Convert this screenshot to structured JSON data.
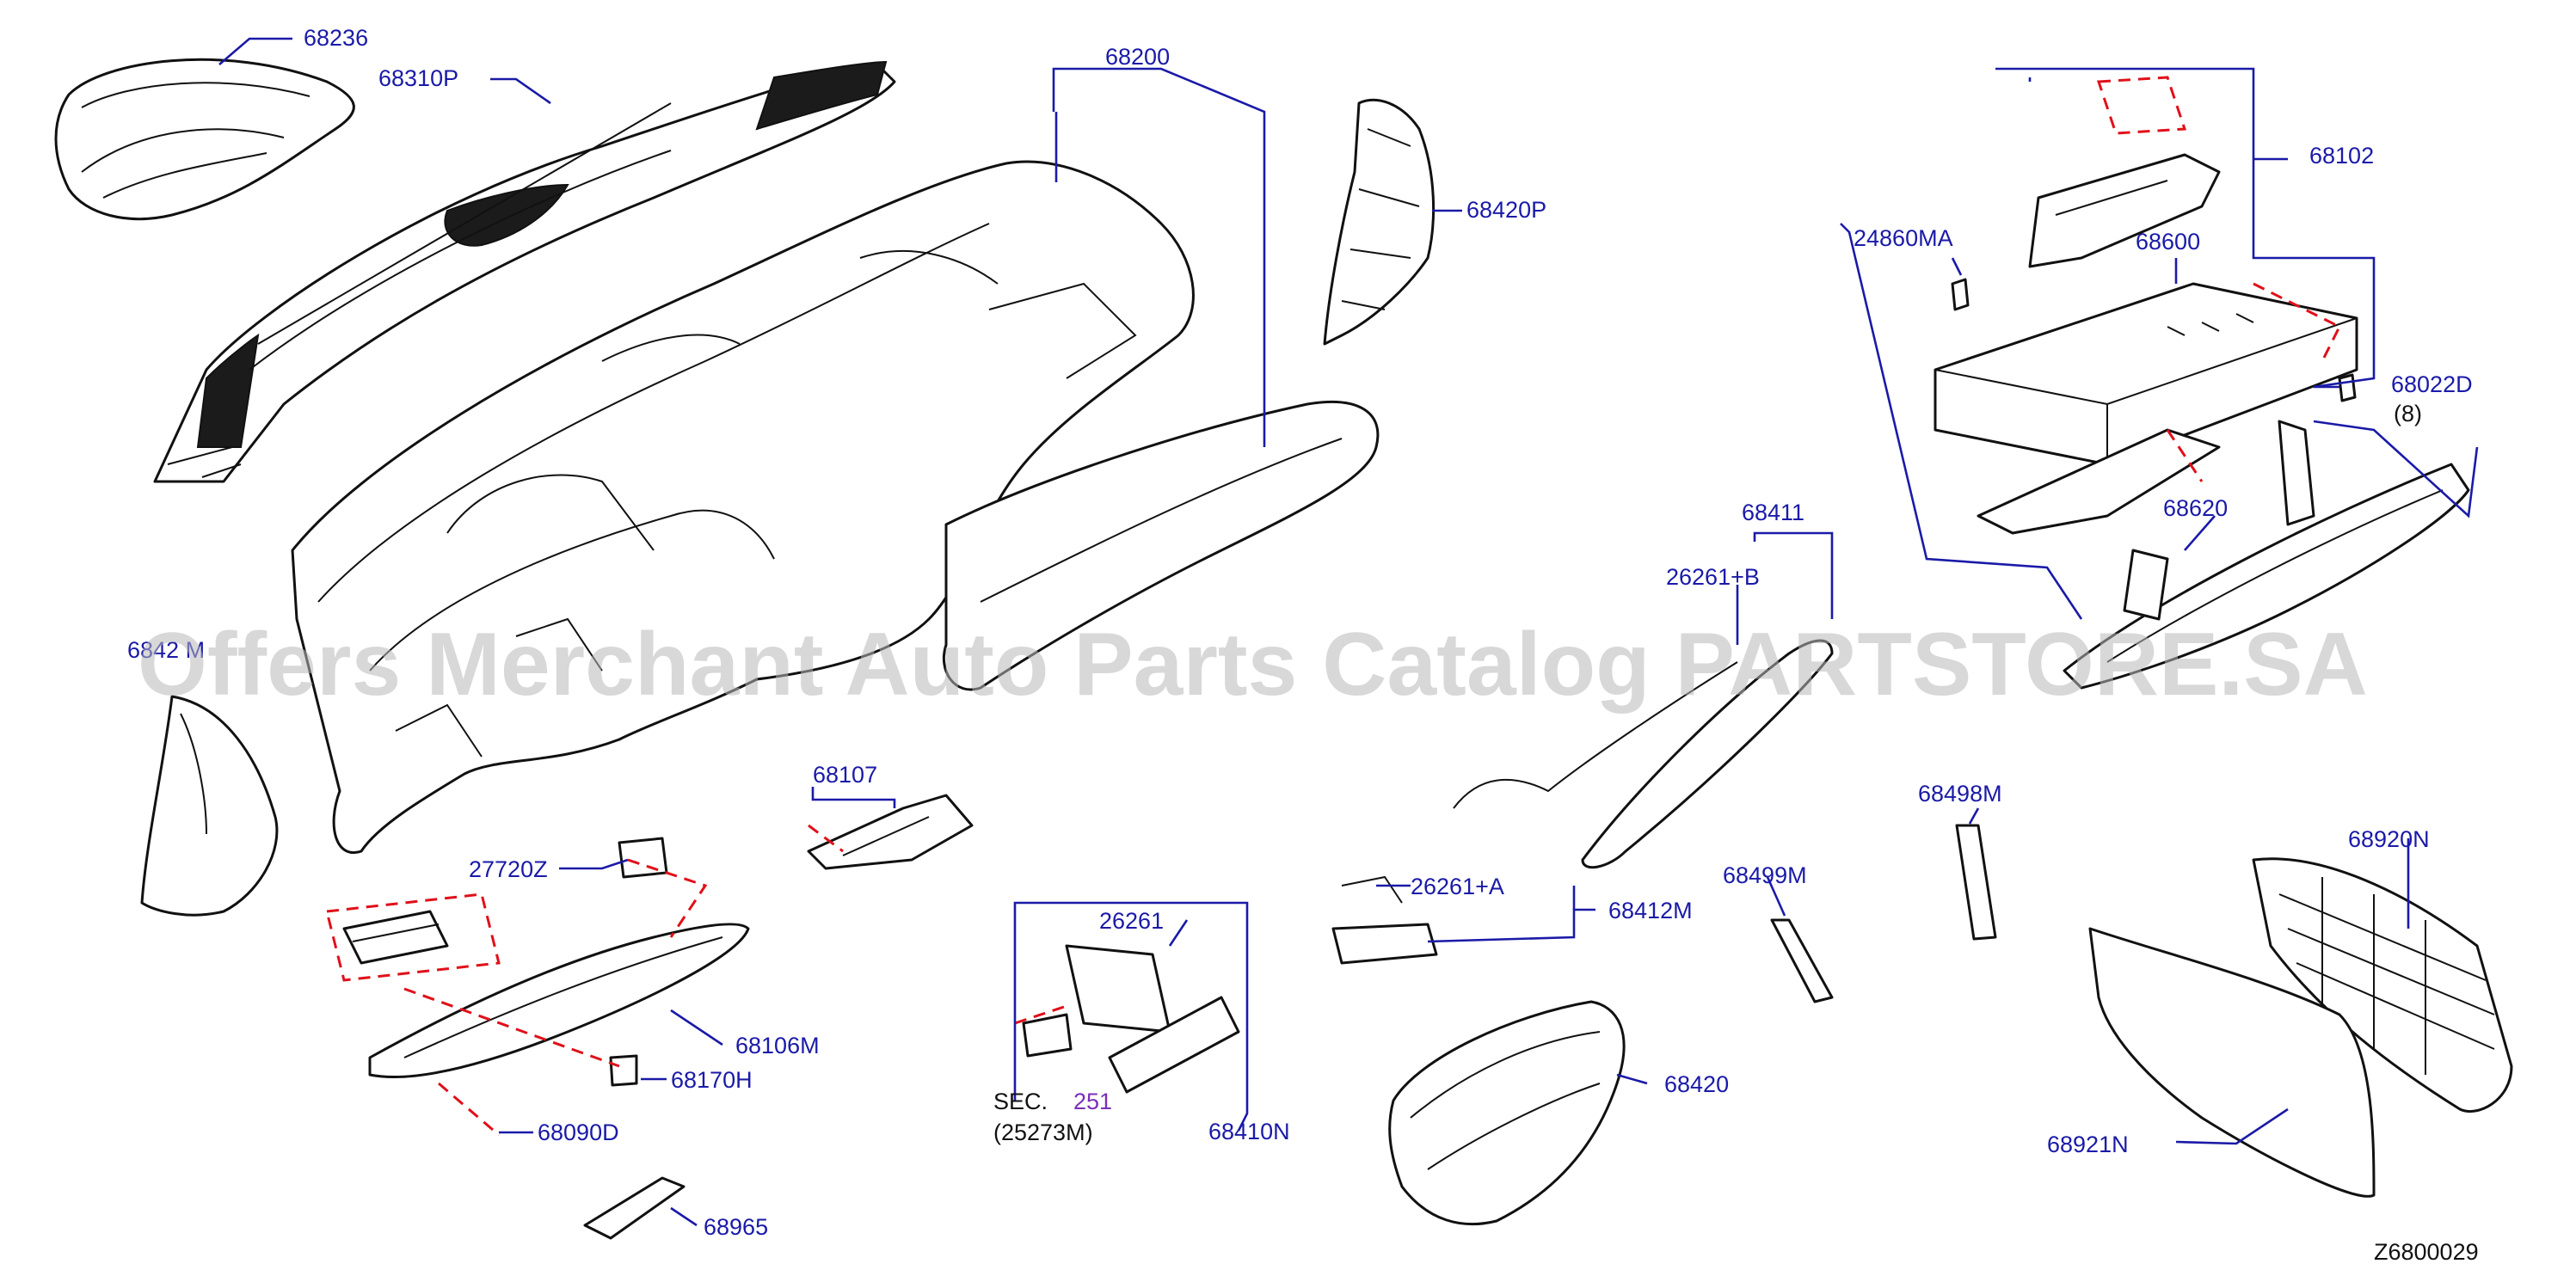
{
  "diagram": {
    "code": "Z6800029",
    "watermark": "Offers Merchant Auto Parts Catalog PARTSTORE.SA",
    "colors": {
      "label": "#1a1aa8",
      "reference": "#7a2fb8",
      "dash": "#e0101a",
      "line": "#111111"
    },
    "labels": {
      "p68236": "68236",
      "p68310P": "68310P",
      "p68200": "68200",
      "p68420P": "68420P",
      "p68102": "68102",
      "p24860MA": "24860MA",
      "p68600": "68600",
      "p68022D": "68022D",
      "p68022D_qty": "(8)",
      "p68620": "68620",
      "p68411": "68411",
      "p26261B": "26261+B",
      "p6842M": "6842 M",
      "p68107": "68107",
      "p27720Z": "27720Z",
      "p68106M": "68106M",
      "p68170H": "68170H",
      "p68090D": "68090D",
      "p68965": "68965",
      "p26261": "26261",
      "sec": "SEC.",
      "sec_num": "251",
      "sec_ref": "(25273M)",
      "p68410N": "68410N",
      "p26261A": "26261+A",
      "p68412M": "68412M",
      "p68420": "68420",
      "p68499M": "68499M",
      "p68498M": "68498M",
      "p68920N": "68920N",
      "p68921N": "68921N"
    }
  }
}
